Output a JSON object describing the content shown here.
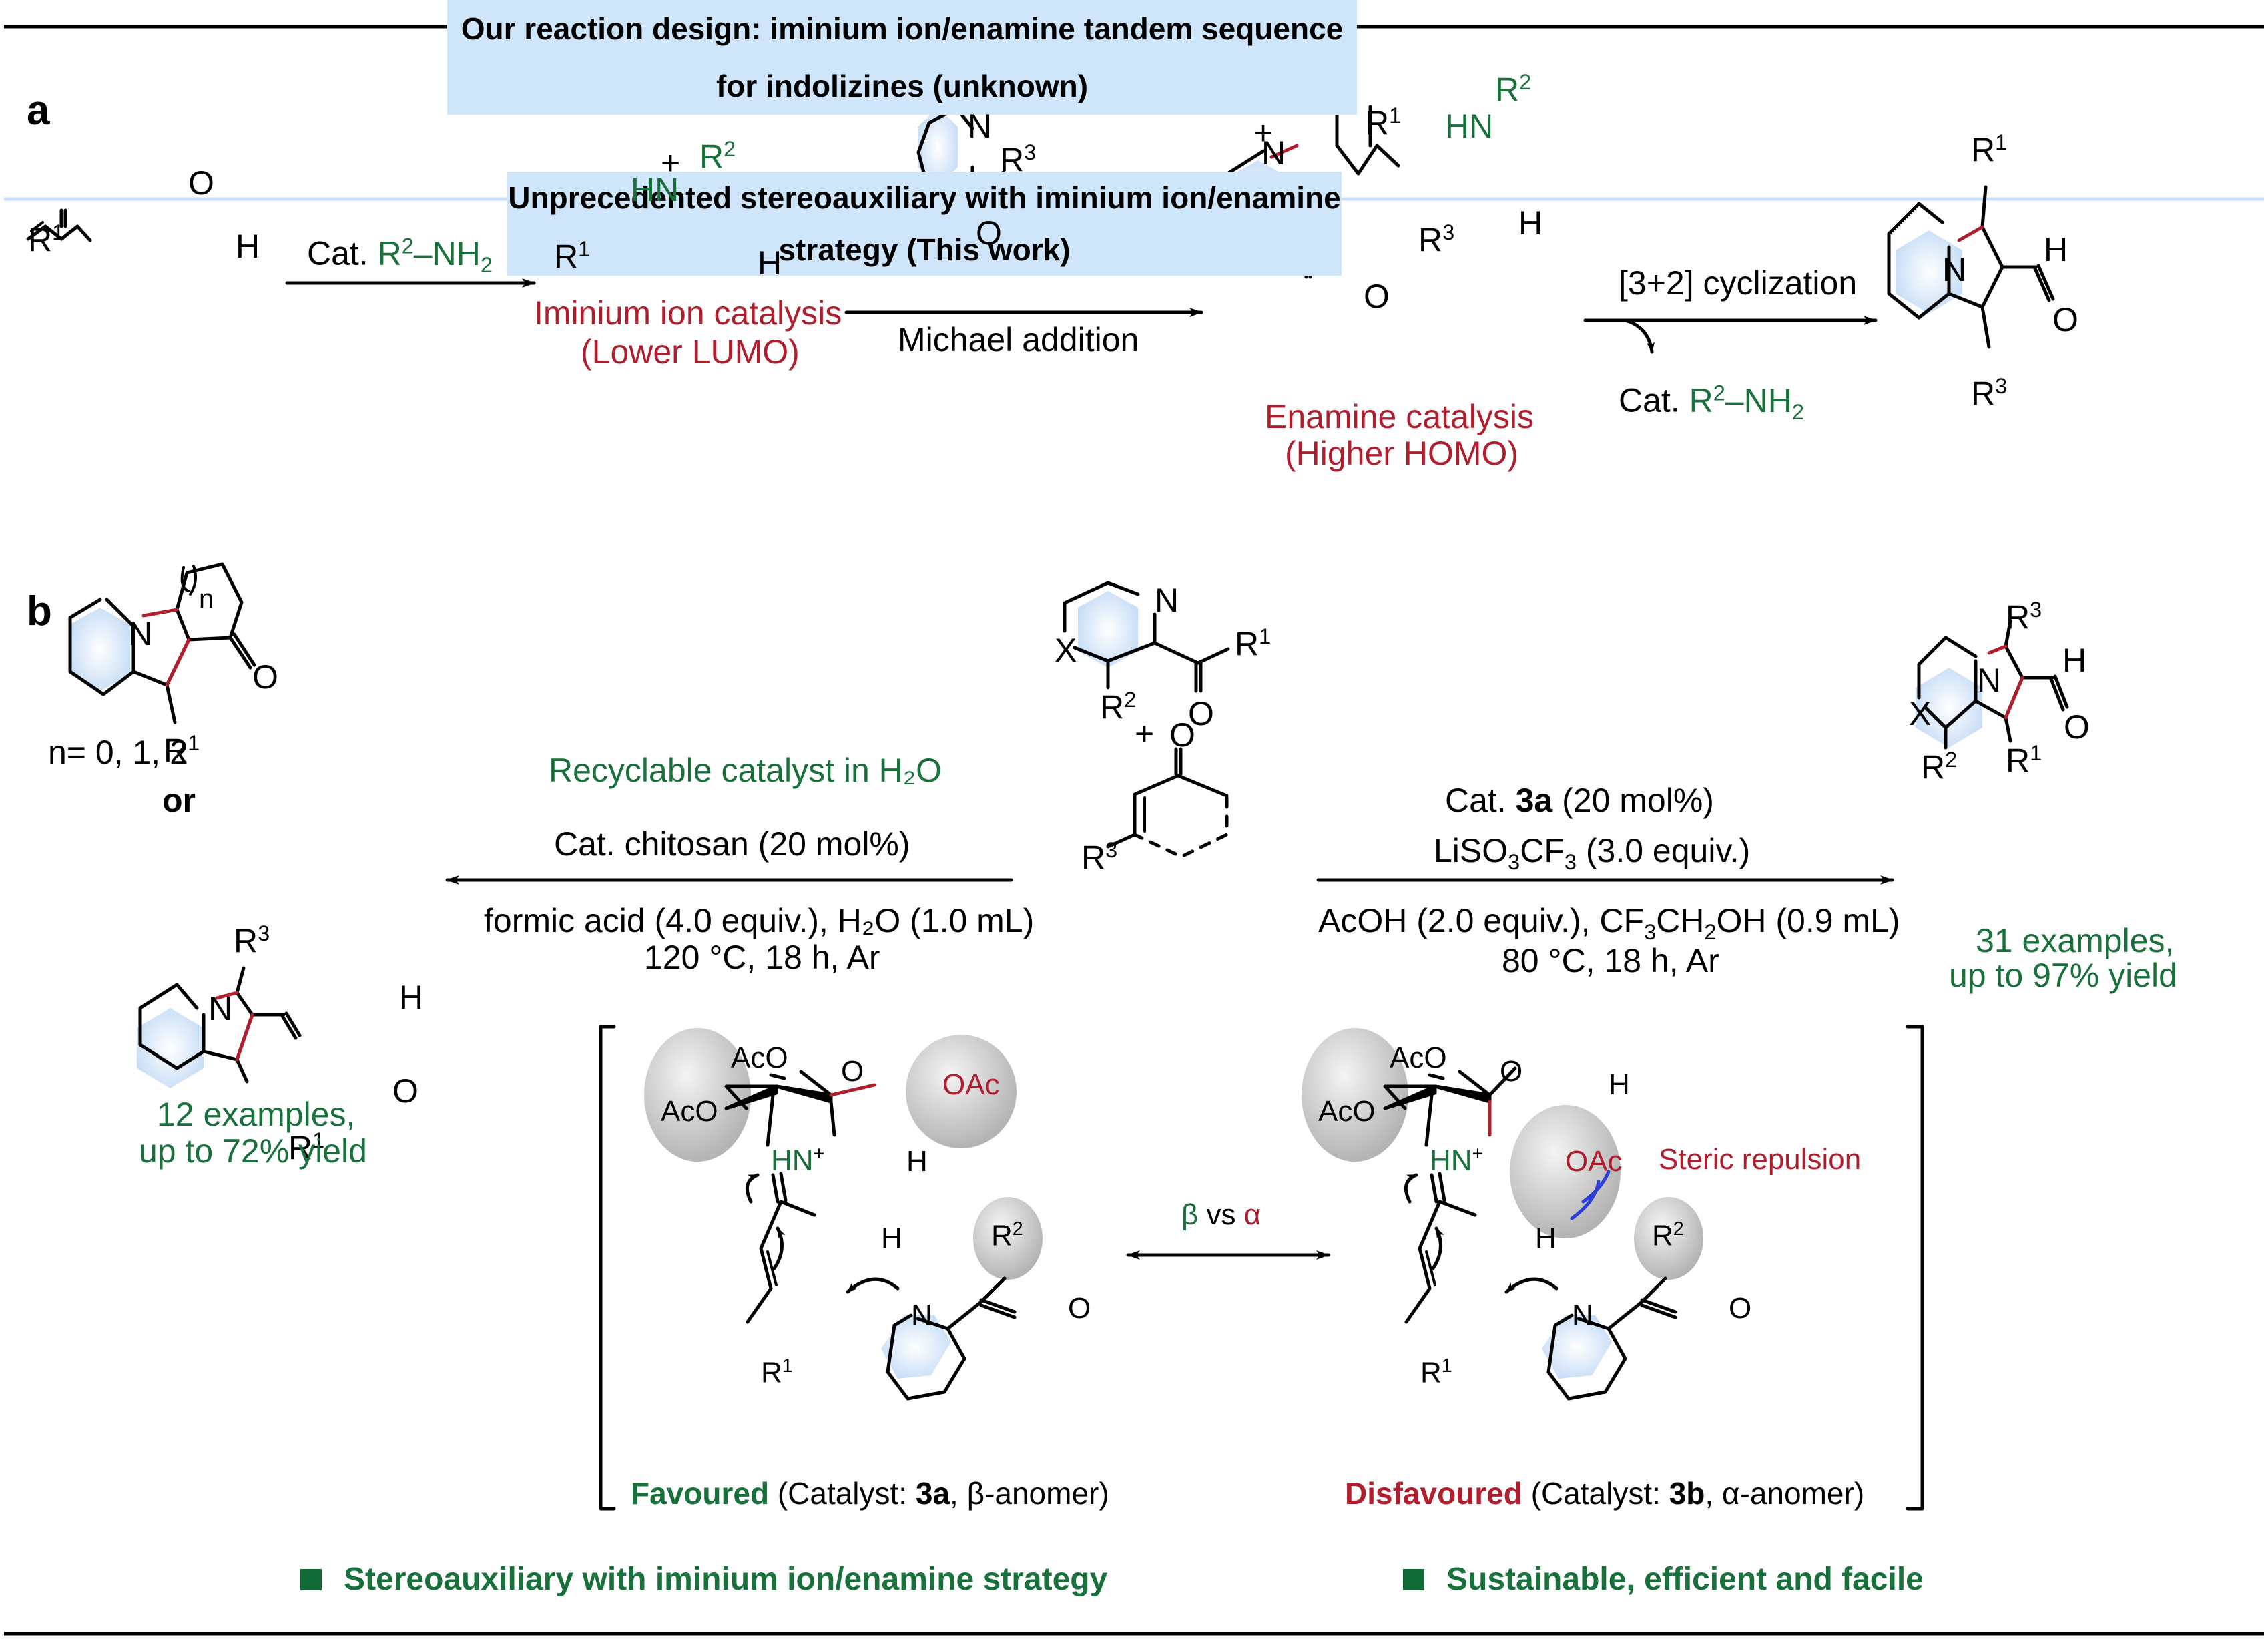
{
  "section_a": {
    "header": "Our reaction design: iminium ion/enamine tandem sequence for indolizines (unknown)",
    "panel_label": "a",
    "reagent_catalyst": "Cat. R²–NH₂",
    "step1_arrow_label": "Cat. R²-NH₂",
    "iminium_label_line1": "Iminium ion catalysis",
    "iminium_label_line2": "(Lower LUMO)",
    "step2_arrow_label": "Michael addition",
    "enamine_label_line1": "Enamine catalysis",
    "enamine_label_line2": "(Higher HOMO)",
    "step3_arrow_label": "[3+2] cyclization",
    "step3_release": "Cat. R²-NH₂",
    "atoms": {
      "R1": "R",
      "R1_sup": "1",
      "R2": "R",
      "R2_sup": "2",
      "R3": "R",
      "R3_sup": "3",
      "O": "O",
      "H": "H",
      "N": "N",
      "HN": "HN",
      "plus": "+"
    }
  },
  "section_b": {
    "header": "Unprecedented stereoauxiliary with iminium ion/enamine strategy (This work)",
    "panel_label": "b",
    "left": {
      "note": "Recyclable catalyst in H₂O",
      "cond_top": "Cat. chitosan (20 mol%)",
      "cond_bottom1": "formic acid (4.0 equiv.), H₂O (1.0 mL)",
      "cond_bottom2": "120 °C, 18 h, Ar",
      "product1_note": "n= 0, 1, 2",
      "or": "or",
      "yield_line1": "12 examples,",
      "yield_line2": "up to 72% yield"
    },
    "right": {
      "cond_top1_pre": "Cat. ",
      "cond_top1_bold": "3a",
      "cond_top1_post": " (20 mol%)",
      "cond_top2": "LiSO₃CF₃ (3.0 equiv.)",
      "cond_bottom1": "AcOH (2.0 equiv.), CF₃CH₂OH (0.9 mL)",
      "cond_bottom2": "80 °C, 18 h, Ar",
      "yield_line1": "31 examples,",
      "yield_line2": "up to 97% yield"
    },
    "center": {
      "X": "X",
      "plus": "+"
    },
    "comparison": {
      "beta": "β",
      "vs": " vs ",
      "alpha": "α",
      "favoured_word": "Favoured",
      "favoured_rest_pre": " (Catalyst: ",
      "favoured_cat": "3a",
      "favoured_rest_post": ", β-anomer)",
      "disfavoured_word": "Disfavoured",
      "disfavoured_rest_pre": " (Catalyst: ",
      "disfavoured_cat": "3b",
      "disfavoured_rest_post": ", α-anomer)",
      "steric": "Steric repulsion",
      "AcO": "AcO",
      "OAc": "OAc",
      "O": "O",
      "HN_plus": "HN⁺"
    },
    "bullets": [
      "Stereoauxiliary with iminium ion/enamine strategy",
      "Sustainable, efficient and facile"
    ]
  },
  "colors": {
    "red": "#b01e2e",
    "green": "#18703a",
    "header_bg": "#cfe6fa",
    "ring_fill": "#d6e8fb",
    "sphere": "#c8c8c8"
  }
}
